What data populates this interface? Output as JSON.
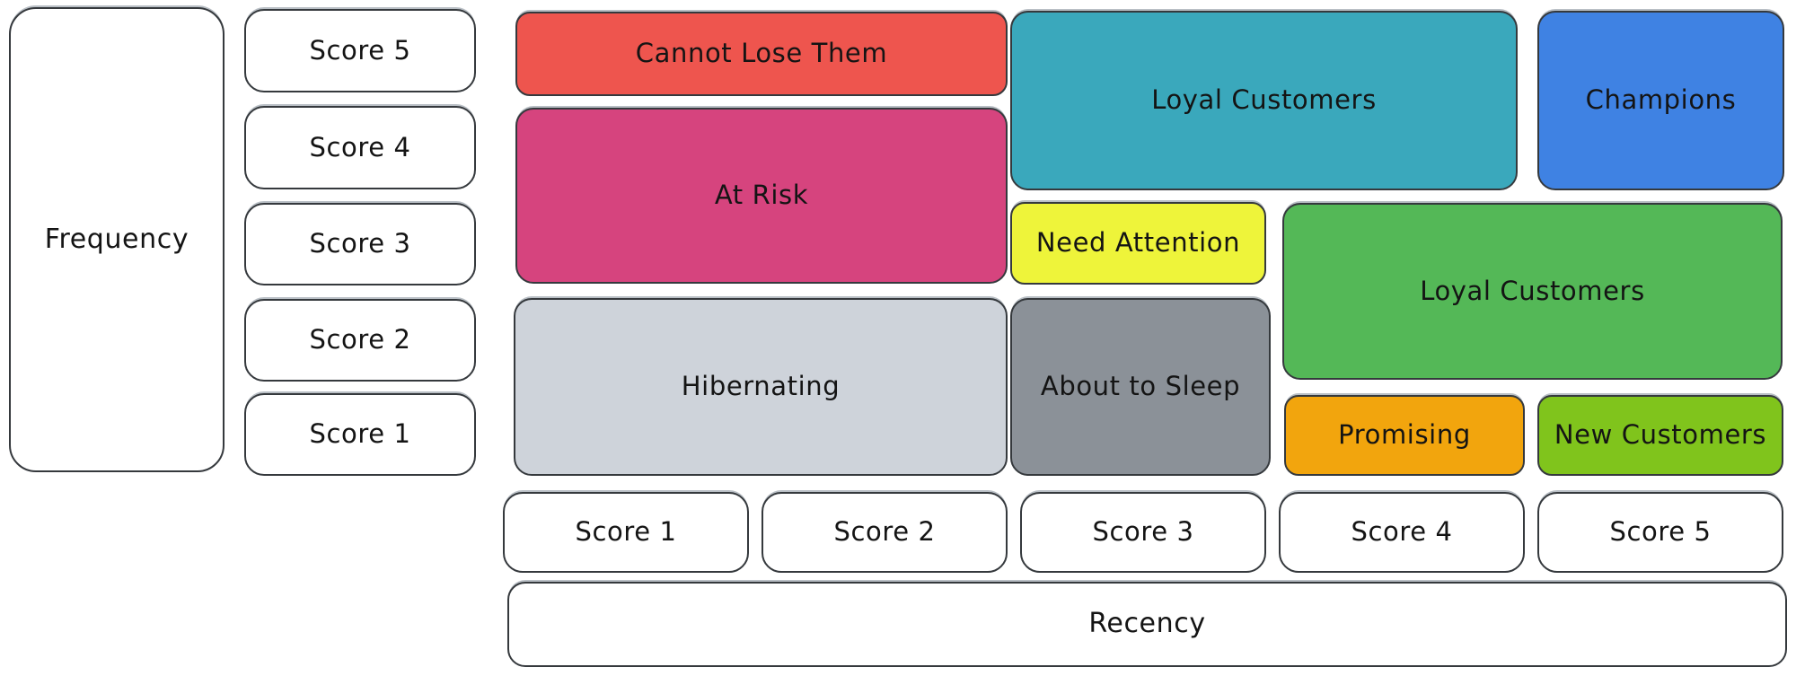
{
  "axes": {
    "frequency": {
      "label": "Frequency",
      "scores": [
        "Score 5",
        "Score 4",
        "Score 3",
        "Score 2",
        "Score 1"
      ]
    },
    "recency": {
      "label": "Recency",
      "scores": [
        "Score 1",
        "Score 2",
        "Score 3",
        "Score 4",
        "Score 5"
      ]
    }
  },
  "segments": [
    {
      "id": "cannot-lose-them",
      "label": "Cannot Lose Them",
      "color": "#ee554e"
    },
    {
      "id": "at-risk",
      "label": "At Risk",
      "color": "#d6447e"
    },
    {
      "id": "hibernating",
      "label": "Hibernating",
      "color": "#ced3da"
    },
    {
      "id": "loyal-customers-top",
      "label": "Loyal Customers",
      "color": "#3aa8bc"
    },
    {
      "id": "champions",
      "label": "Champions",
      "color": "#3f82e3"
    },
    {
      "id": "need-attention",
      "label": "Need Attention",
      "color": "#eef43a"
    },
    {
      "id": "about-to-sleep",
      "label": "About to Sleep",
      "color": "#8b9198"
    },
    {
      "id": "loyal-customers-mid",
      "label": "Loyal Customers",
      "color": "#54b857"
    },
    {
      "id": "promising",
      "label": "Promising",
      "color": "#f2a50d"
    },
    {
      "id": "new-customers",
      "label": "New Customers",
      "color": "#80c41c"
    }
  ],
  "colors": {
    "stroke": "#35393d",
    "background": "#ffffff",
    "text": "#141414"
  }
}
